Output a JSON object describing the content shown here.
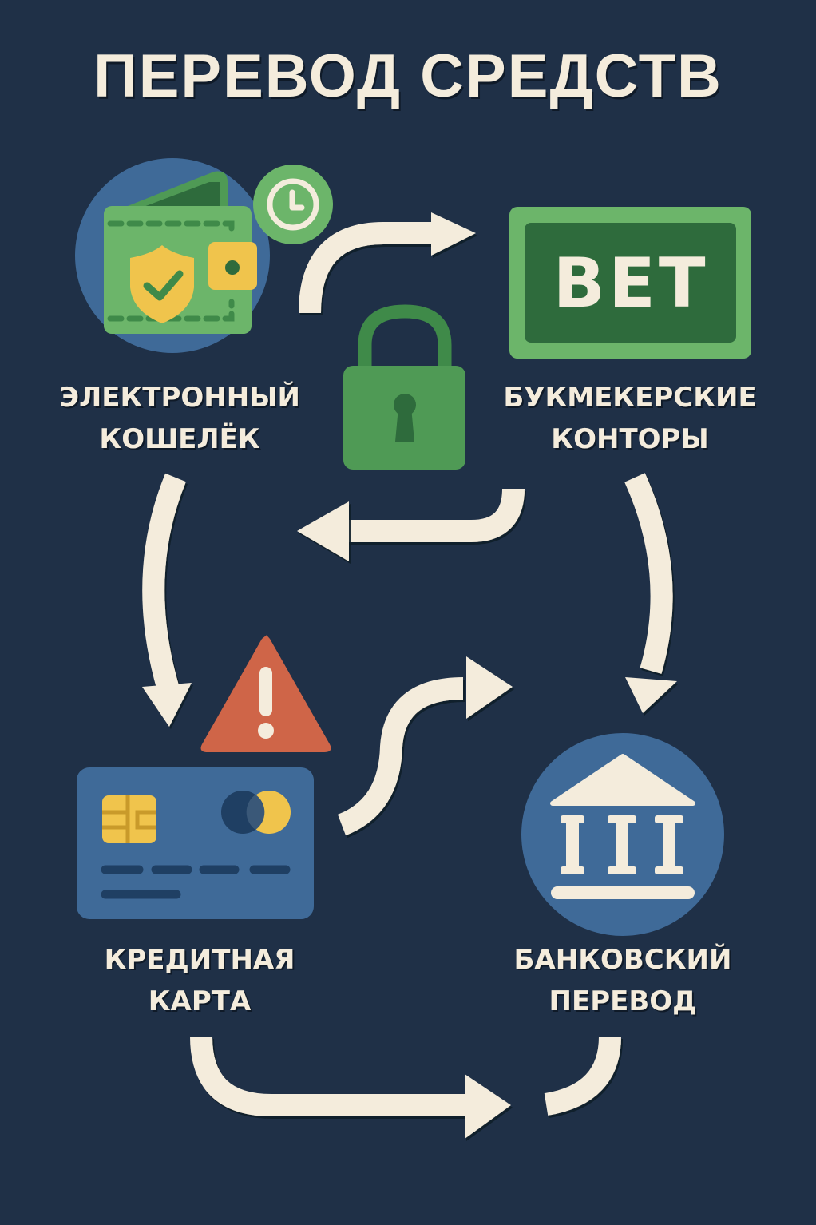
{
  "title": "ПЕРЕВОД СРЕДСТВ",
  "nodes": [
    {
      "id": "ewallet",
      "label_line1": "ЭЛЕКТРОННЫЙ",
      "label_line2": "КОШЕЛЁК",
      "icon": "wallet-icon",
      "badge_icons": [
        "shield-check-icon",
        "clock-icon"
      ]
    },
    {
      "id": "bookmakers",
      "label_line1": "БУКМЕКЕРСКИЕ",
      "label_line2": "КОНТОРЫ",
      "icon": "bet-sign-icon",
      "icon_text": "BET"
    },
    {
      "id": "credit_card",
      "label_line1": "КРЕДИТНАЯ",
      "label_line2": "КАРТА",
      "icon": "credit-card-icon"
    },
    {
      "id": "bank_transfer",
      "label_line1": "БАНКОВСКИЙ",
      "label_line2": "ПЕРЕВОД",
      "icon": "bank-icon"
    }
  ],
  "center_icons": [
    "padlock-icon",
    "warning-icon"
  ],
  "edges": [
    {
      "from": "ewallet",
      "to": "bookmakers"
    },
    {
      "from": "bookmakers",
      "to": "ewallet"
    },
    {
      "from": "ewallet",
      "to": "credit_card"
    },
    {
      "from": "bookmakers",
      "to": "bank_transfer"
    },
    {
      "from": "credit_card",
      "to": "bank_transfer"
    },
    {
      "from": "credit_card",
      "to": "bank_transfer"
    }
  ],
  "colors": {
    "background": "#1f3047",
    "text": "#f4ecdc",
    "green_light": "#6cb56a",
    "green_dark": "#2e6b3c",
    "blue": "#3f6a98",
    "yellow": "#f0c44c",
    "warning": "#cf6548"
  }
}
